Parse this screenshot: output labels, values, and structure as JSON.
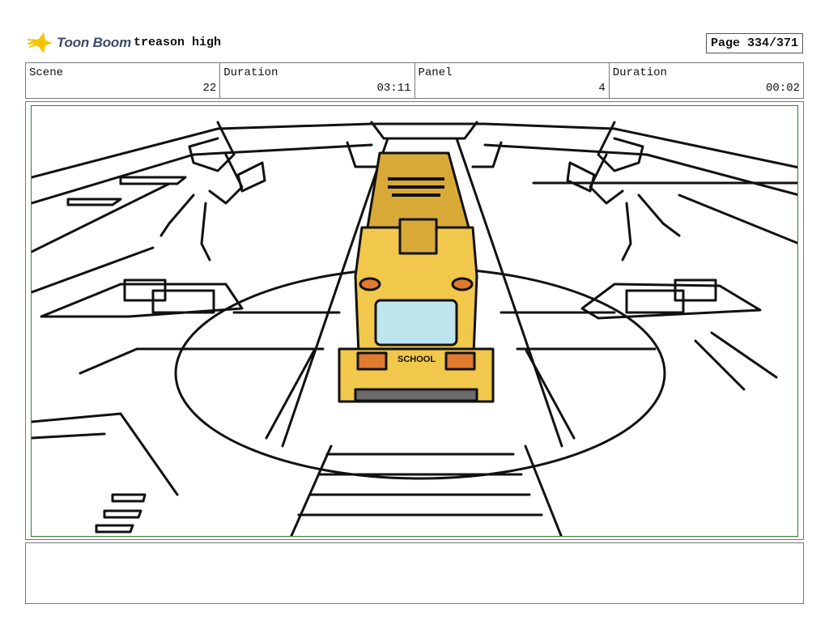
{
  "header": {
    "brand": "Toon Boom",
    "project_title": "treason high",
    "page": "Page 334/371"
  },
  "info": [
    {
      "label": "Scene",
      "value": "22"
    },
    {
      "label": "Duration",
      "value": "03:11"
    },
    {
      "label": "Panel",
      "value": "4"
    },
    {
      "label": "Duration",
      "value": "00:02"
    }
  ],
  "panel": {
    "bus_sign": "SCHOOL",
    "bus_color": "#f1c84b",
    "bus_roof_color": "#d9a938",
    "window_color": "#bfe6ee",
    "light_color": "#e07a2e"
  },
  "notes": {
    "text": ""
  }
}
